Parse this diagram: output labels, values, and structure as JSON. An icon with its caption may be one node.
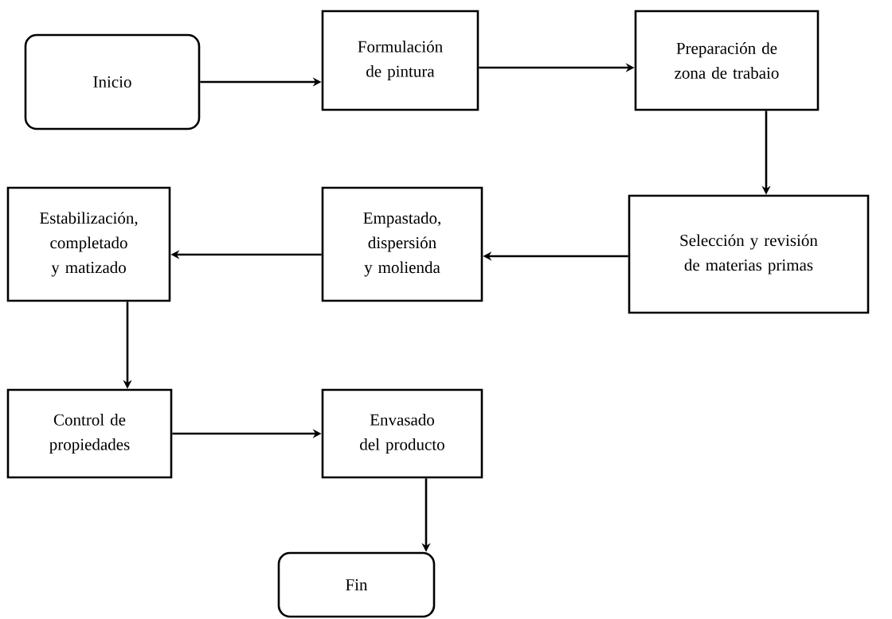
{
  "diagram": {
    "nodes": [
      {
        "text": [
          "Inicio"
        ]
      },
      {
        "text": [
          "Formulación de pintura"
        ]
      },
      {
        "text": [
          "Preparación de zona de trabaio"
        ]
      },
      {
        "text": [
          "Selección y revisión de materias primas"
        ]
      },
      {
        "text": [
          "Empastado, dispersión y molienda"
        ]
      },
      {
        "text": [
          "Estabilización, completado y matizado"
        ]
      },
      {
        "text": [
          "Control de propiedades"
        ]
      },
      {
        "text": [
          "Envasado del producto"
        ]
      },
      {
        "text": [
          "Fin"
        ]
      }
    ],
    "edges": [
      {
        "from": 0,
        "to": 1,
        "arrow": "to"
      },
      {
        "from": 1,
        "to": 2,
        "arrow": "to"
      },
      {
        "from": 2,
        "to": 3,
        "arrow": "to"
      },
      {
        "from": 3,
        "to": 4,
        "arrow": "to"
      },
      {
        "from": 4,
        "to": 5,
        "arrow": "to"
      },
      {
        "from": 5,
        "to": 6,
        "arrow": "to"
      },
      {
        "from": 6,
        "to": 7,
        "arrow": "to"
      },
      {
        "from": 7,
        "to": 8,
        "arrow": "to"
      }
    ]
  }
}
